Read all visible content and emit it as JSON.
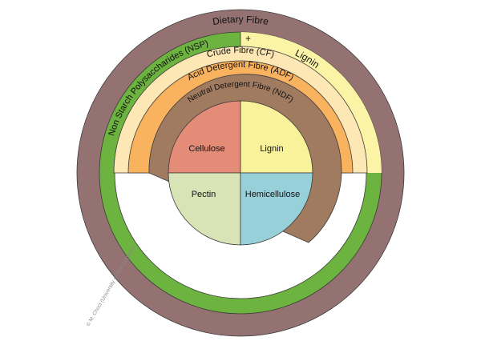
{
  "diagram": {
    "outer_ring_label": "Dietary Fibre",
    "nsp_label": "Non Starch Polysaccharides (NSP)",
    "plus_sign": "+",
    "lignin_band_label": "Lignin",
    "crude_fibre_label": "Crude Fibre (CF)",
    "adf_label": "Acid Detergent Fibre (ADF)",
    "ndf_label": "Neutral Detergent Fibre (NDF)",
    "quadrants": {
      "cellulose": "Cellulose",
      "lignin": "Lignin",
      "pectin": "Pectin",
      "hemicellulose": "Hemicellulose"
    },
    "credit": "© M. Choct (University of New England)"
  },
  "colors": {
    "dietary_fibre_ring": "#957272",
    "nsp_band": "#6db33f",
    "lignin_band": "#fbf3a6",
    "crude_fibre_band": "#fde7b5",
    "adf_band": "#f9b25e",
    "ndf_band": "#a07b60",
    "cellulose": "#e58c78",
    "lignin": "#faf29a",
    "pectin": "#d8e4b5",
    "hemicellulose": "#98d0da",
    "outline": "#3a3a3a"
  }
}
